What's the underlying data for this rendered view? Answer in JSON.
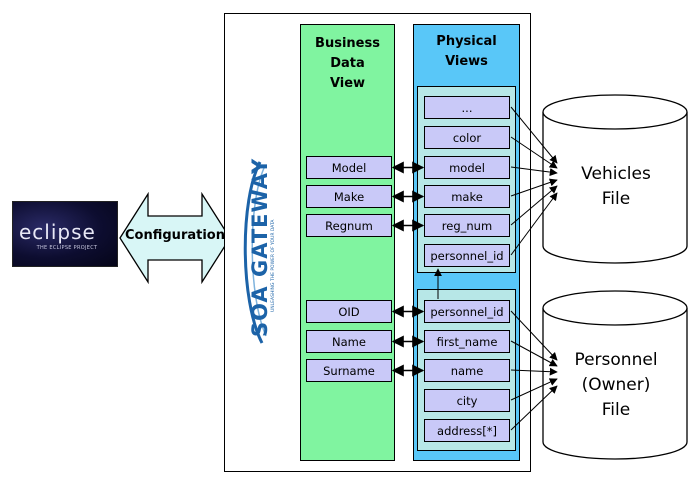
{
  "eclipse_logo": {
    "word": "eclipse",
    "tagline": "THE ECLIPSE PROJECT"
  },
  "configuration_label": "Configuration",
  "soa_logo": {
    "text": "SOA GATEWAY",
    "tagline": "UNLEASHING THE POWER OF YOUR DATA"
  },
  "business_view": {
    "title": "Business\nData\nView",
    "fields": [
      "Model",
      "Make",
      "Regnum",
      "OID",
      "Name",
      "Surname"
    ]
  },
  "physical_views": {
    "title": "Physical\nViews",
    "vehicles_fields": [
      "...",
      "color",
      "model",
      "make",
      "reg_num",
      "personnel_id"
    ],
    "personnel_fields": [
      "personnel_id",
      "first_name",
      "name",
      "city",
      "address[*]"
    ]
  },
  "files": {
    "vehicles": "Vehicles\nFile",
    "personnel": "Personnel\n(Owner)\nFile"
  },
  "colors": {
    "business_green": "#80f4a0",
    "physical_blue": "#59c7f8",
    "inner_panel": "#b7e7e7",
    "field_lavender": "#c9c9f8",
    "arrow_fill": "#d8f6f6",
    "soa_blue": "#1c63a8"
  }
}
